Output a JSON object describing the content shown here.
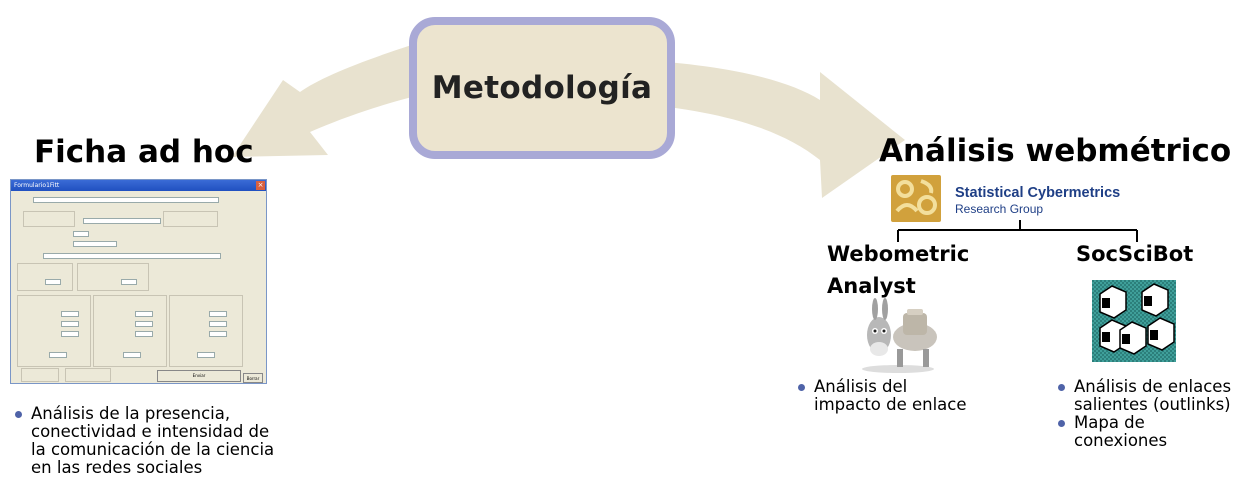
{
  "center": {
    "title": "Metodología"
  },
  "left": {
    "heading": "Ficha ad hoc",
    "bullets": [
      "Análisis de la presencia,\nconectividad e intensidad de\nla comunicación de la ciencia\nen las redes sociales"
    ],
    "form": {
      "title": "Formulario1Fitt",
      "send_label": "Enviar",
      "close_label": "Borrar"
    }
  },
  "right": {
    "heading": "Análisis webmétrico",
    "logo": {
      "main": "Statistical Cybermetrics",
      "sub": "Research Group"
    },
    "tools": [
      {
        "name": "Webometric\nAnalyst",
        "icon": "donkey-icon",
        "bullets": [
          "Análisis del\nimpacto de enlace"
        ]
      },
      {
        "name": "SocSciBot",
        "icon": "socscibot-icon",
        "bullets": [
          "Análisis de enlaces\nsalientes (outlinks)",
          "Mapa de\nconexiones"
        ]
      }
    ]
  },
  "colors": {
    "arrow": "#e8e2cf",
    "box_fill": "#ece4cf",
    "box_border": "#a9a9d6",
    "bullet": "#4f63a8",
    "logo_blue": "#1f3f86",
    "logo_gold": "#d1a13c"
  }
}
